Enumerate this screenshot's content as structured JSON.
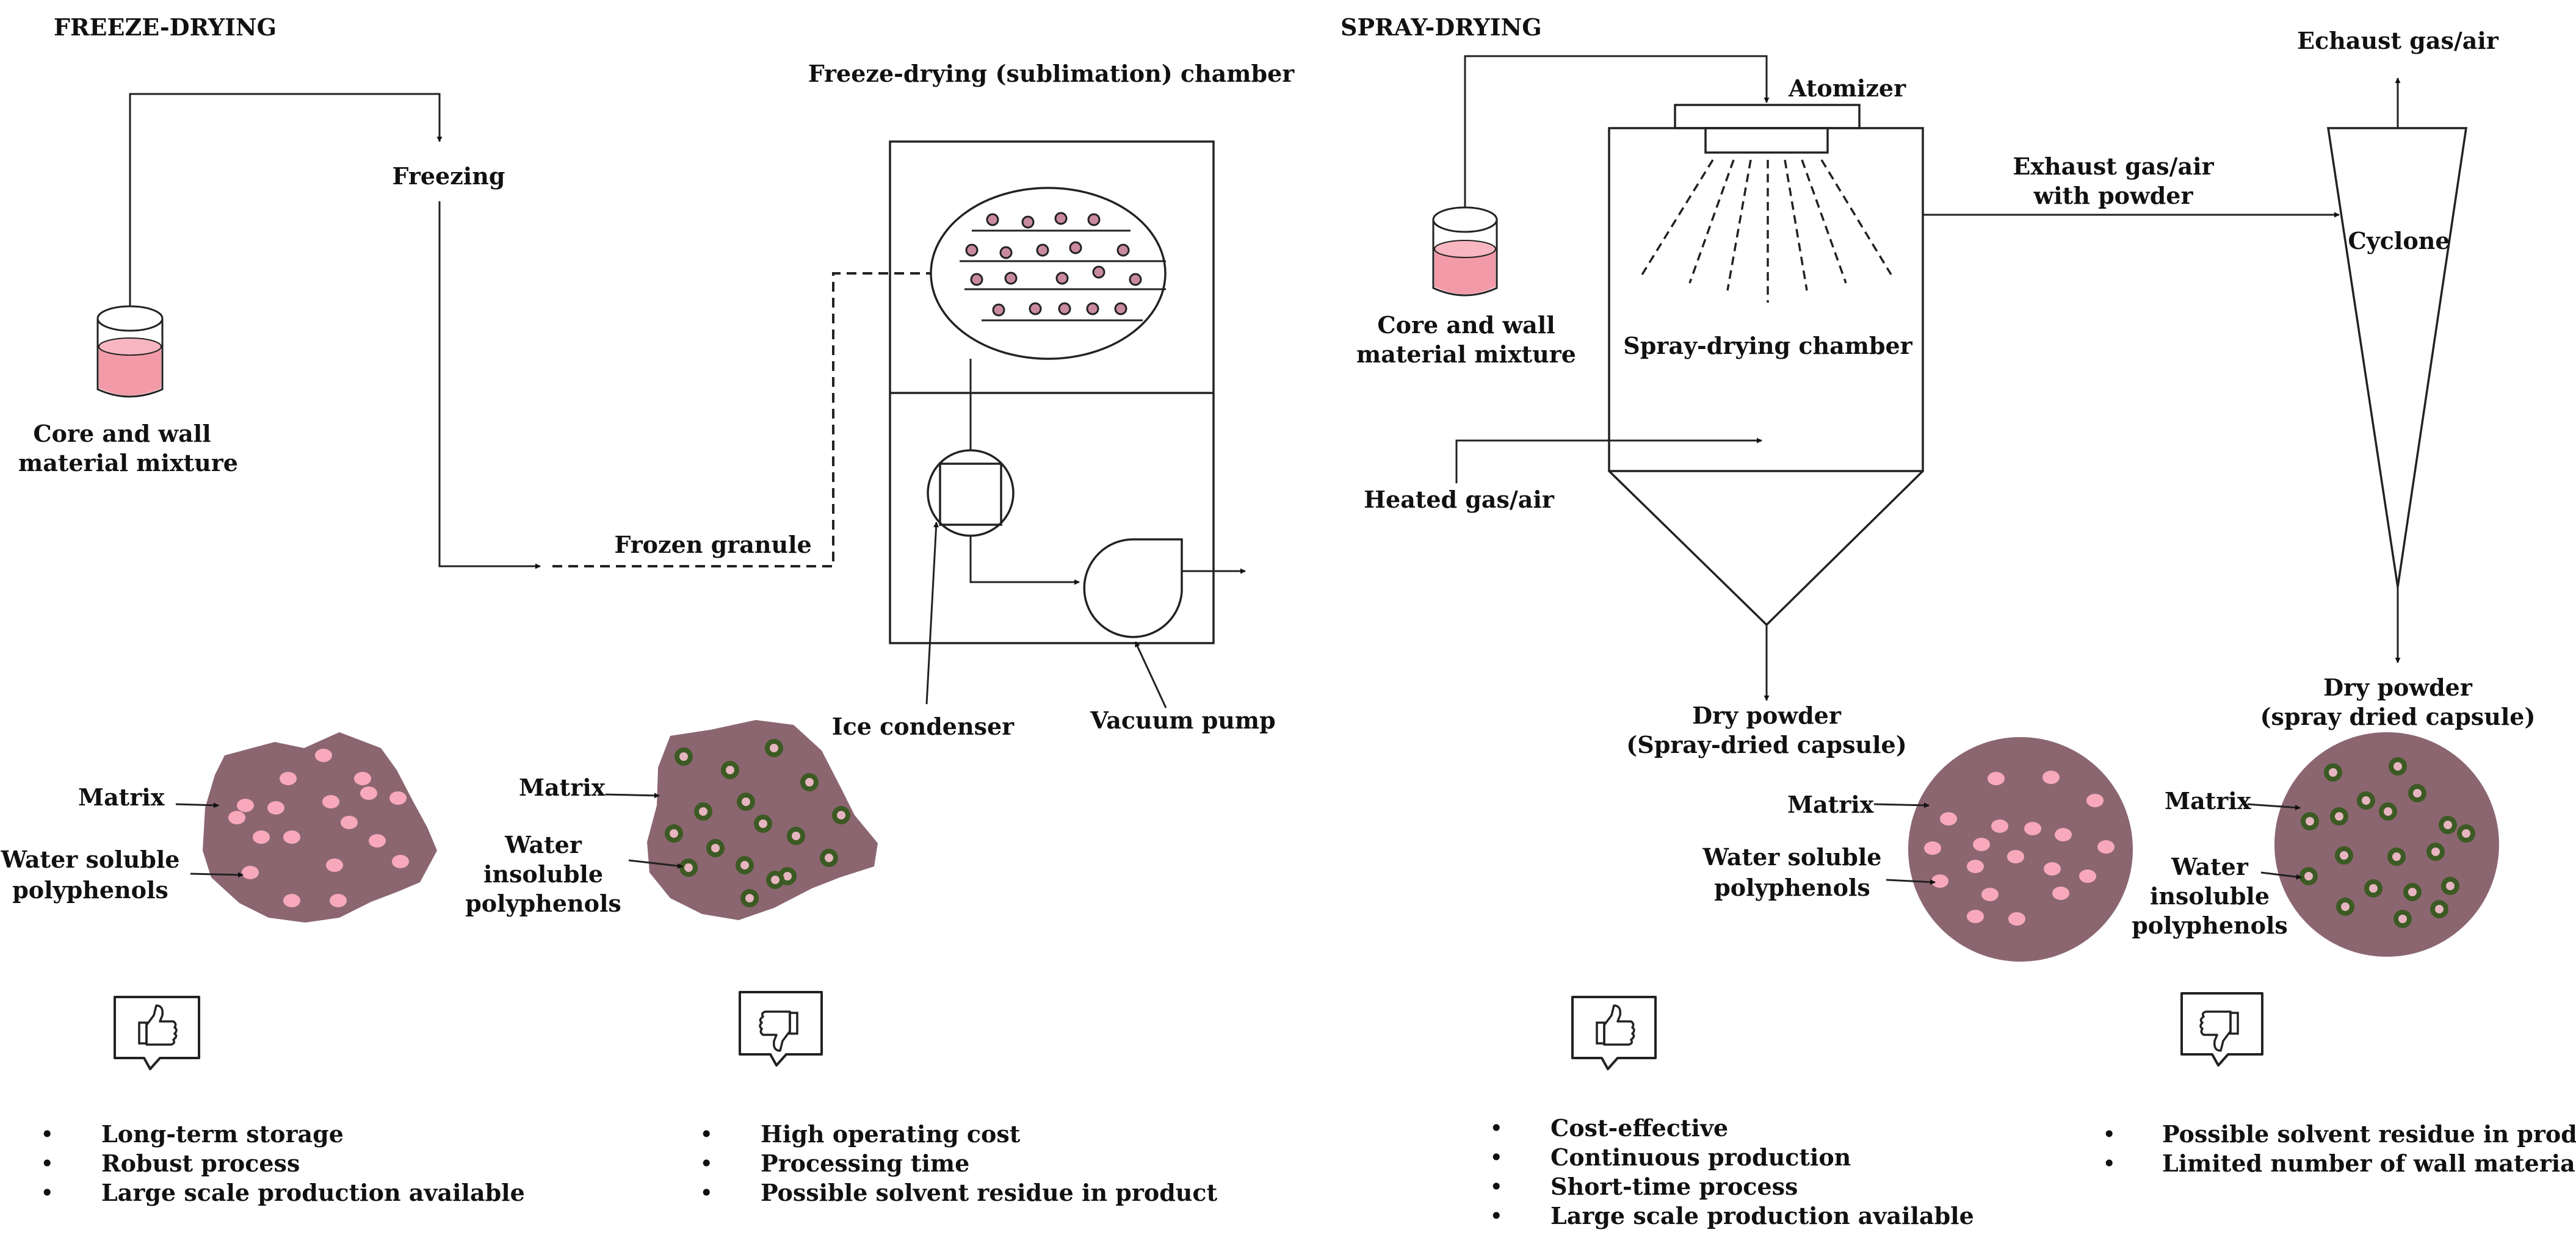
{
  "freeze": {
    "title": "FREEZE-DRYING",
    "step_freezing": "Freezing",
    "mixture": [
      "Core and wall",
      "material mixture"
    ],
    "frozen": "Frozen granule",
    "chamber": "Freeze-drying (sublimation) chamber",
    "condenser": "Ice condenser",
    "pump": "Vacuum pump",
    "cap1": {
      "matrix": "Matrix",
      "poly": [
        "Water soluble",
        "polyphenols"
      ]
    },
    "cap2": {
      "matrix": "Matrix",
      "poly": [
        "Water",
        "insoluble",
        "polyphenols"
      ]
    },
    "pros": [
      "Long-term storage",
      "Robust process",
      "Large scale production available"
    ],
    "cons": [
      "High operating cost",
      "Processing time",
      "Possible solvent residue in product"
    ]
  },
  "spray": {
    "title": "SPRAY-DRYING",
    "atomizer": "Atomizer",
    "exhaust_top": "Echaust gas/air",
    "exhaust_mid": [
      "Exhaust gas/air",
      "with powder"
    ],
    "cyclone": "Cyclone",
    "mixture": [
      "Core and wall",
      "material mixture"
    ],
    "chamber": "Spray-drying chamber",
    "heated": "Heated gas/air",
    "dry1": [
      "Dry powder",
      "(Spray-dried capsule)"
    ],
    "dry2": [
      "Dry powder",
      "(spray dried capsule)"
    ],
    "cap1": {
      "matrix": "Matrix",
      "poly": [
        "Water soluble",
        "polyphenols"
      ]
    },
    "cap2": {
      "matrix": "Matrix",
      "poly": [
        "Water",
        "insoluble",
        "polyphenols"
      ]
    },
    "pros": [
      "Cost-effective",
      "Continuous production",
      "Short-time process",
      "Large scale production available"
    ],
    "cons": [
      "Possible solvent residue in product",
      "Limited number of wall materials"
    ]
  },
  "icons": {
    "thumbs_up": "thumbs-up-icon",
    "thumbs_down": "thumbs-down-icon"
  },
  "colors": {
    "liquid": "#f29aa8",
    "matrix": "#8b6670",
    "soluble_dot": "#f7a9bb",
    "insoluble_ring": "#3c5a23",
    "insoluble_core": "#e6b5c0",
    "particle": "#c98aa0"
  }
}
